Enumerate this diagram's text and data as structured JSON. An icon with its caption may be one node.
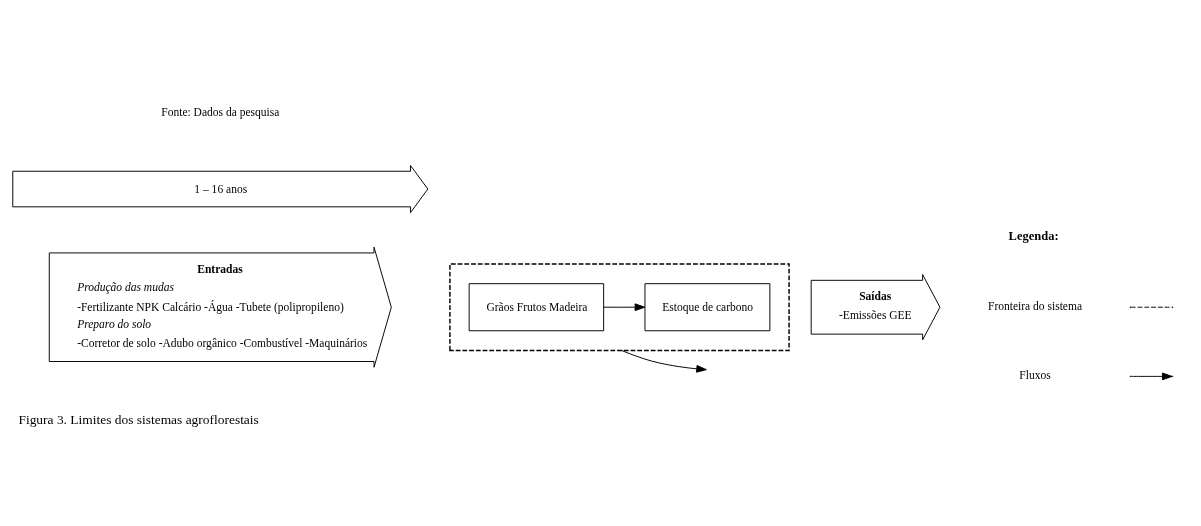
{
  "diagram": {
    "caption": "Figura 3. Limites dos sistemas agroflorestais",
    "nodes": [
      {
        "text": [
          "Entradas",
          "Produção das mudas",
          "-Fertilizante NPK Calcário -Água -Tubete (polipropileno)",
          "Preparo do solo",
          "-Corretor de solo -Adubo orgânico -Combustível -Maquinários"
        ]
      },
      {
        "text": [],
        "shape": "box"
      },
      {
        "text": [
          "Grãos Frutos Madeira"
        ],
        "in": 1
      },
      {
        "text": [
          "Estoque de carbono"
        ],
        "in": 1
      },
      {
        "text": [
          "Saídas",
          "-Emissões GEE"
        ]
      },
      {
        "text": [
          "1 – 16 anos"
        ]
      }
    ],
    "edges": [
      {
        "from": 2,
        "to": 3,
        "arrow": "to"
      },
      {
        "from": 1,
        "to": null,
        "arrow": "to"
      }
    ],
    "labels": [
      "Fonte: Dados da pesquisa",
      "Legenda:"
    ],
    "legend": [
      {
        "text": "Fronteira do sistema"
      },
      {
        "text": "Fluxos"
      }
    ]
  }
}
